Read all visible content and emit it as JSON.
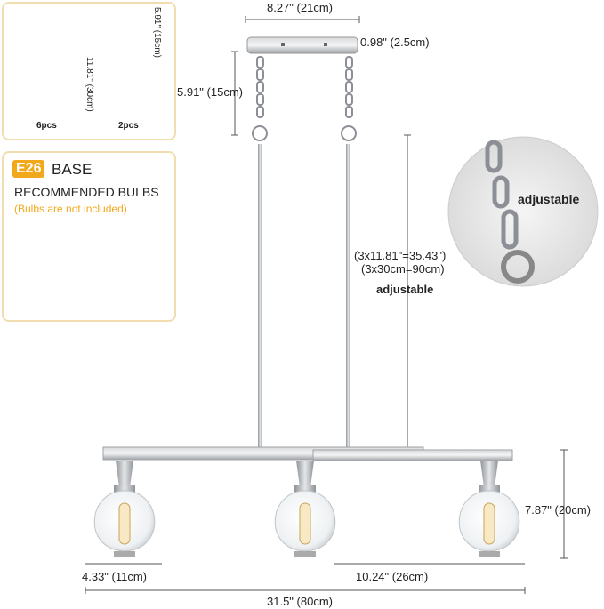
{
  "accessories": {
    "rods_count": "6pcs",
    "rod_length": "11.81\" (30cm)",
    "chains_count": "2pcs",
    "chain_length": "5.91\" (15cm)"
  },
  "bulbs": {
    "base_badge": "E26",
    "base_text": "BASE",
    "recommended": "RECOMMENDED BULBS",
    "note": "(Bulbs are not included)"
  },
  "dimensions": {
    "canopy_width": "8.27\" (21cm)",
    "canopy_height": "0.98\" (2.5cm)",
    "chain_drop": "5.91\" (15cm)",
    "rod_total_in": "(3x11.81\"=35.43\")",
    "rod_total_cm": "(3x30cm=90cm)",
    "rod_adjustable": "adjustable",
    "shade_height": "7.87\" (20cm)",
    "shade_width": "4.33\" (11cm)",
    "shade_spacing": "10.24\" (26cm)",
    "total_length": "31.5\" (80cm)"
  },
  "detail": {
    "label": "adjustable"
  },
  "colors": {
    "panel_border": "#f1ddb0",
    "badge": "#f2a81c",
    "note_text": "#f2a81c",
    "metal": "#b9bcc0"
  }
}
